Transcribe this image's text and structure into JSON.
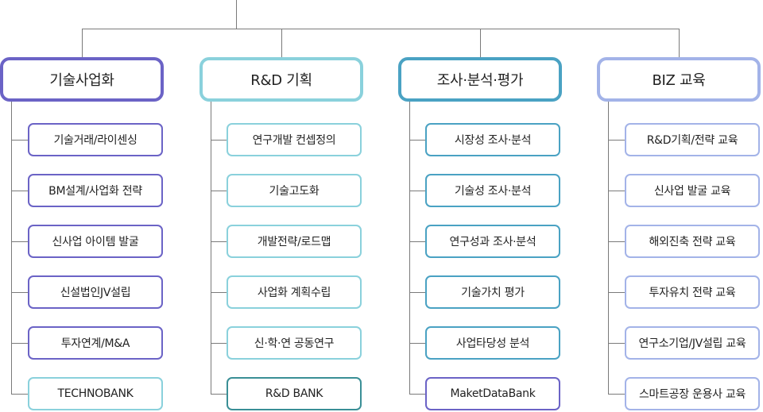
{
  "columns": [
    {
      "title": "기술사업화",
      "color": "#6b63c6",
      "items": [
        {
          "label": "기술거래/라이센싱",
          "color": "#6b63c6"
        },
        {
          "label": "BM설계/사업화 전략",
          "color": "#6b63c6"
        },
        {
          "label": "신사업 아이템 발굴",
          "color": "#6b63c6"
        },
        {
          "label": "신설법인JV설립",
          "color": "#6b63c6"
        },
        {
          "label": "투자연계/M&A",
          "color": "#6b63c6"
        },
        {
          "label": "TECHNOBANK",
          "color": "#8ad1dc"
        }
      ]
    },
    {
      "title": "R&D 기획",
      "color": "#8ad1dc",
      "items": [
        {
          "label": "연구개발 컨셉정의",
          "color": "#8ad1dc"
        },
        {
          "label": "기술고도화",
          "color": "#8ad1dc"
        },
        {
          "label": "개발전략/로드맵",
          "color": "#8ad1dc"
        },
        {
          "label": "사업화 계획수립",
          "color": "#8ad1dc"
        },
        {
          "label": "신·학·연 공동연구",
          "color": "#8ad1dc"
        },
        {
          "label": "R&D BANK",
          "color": "#3a8f96"
        }
      ]
    },
    {
      "title": "조사·분석·평가",
      "color": "#4aa2c3",
      "items": [
        {
          "label": "시장성 조사·분석",
          "color": "#4aa2c3"
        },
        {
          "label": "기술성 조사·분석",
          "color": "#4aa2c3"
        },
        {
          "label": "연구성과 조사·분석",
          "color": "#4aa2c3"
        },
        {
          "label": "기술가치 평가",
          "color": "#4aa2c3"
        },
        {
          "label": "사업타당성 분석",
          "color": "#4aa2c3"
        },
        {
          "label": "MaketDataBank",
          "color": "#6b63c6"
        }
      ]
    },
    {
      "title": "BIZ 교육",
      "color": "#a3b3e8",
      "items": [
        {
          "label": "R&D기획/전략 교육",
          "color": "#a3b3e8"
        },
        {
          "label": "신사업 발굴 교육",
          "color": "#a3b3e8"
        },
        {
          "label": "해외진축 전략 교육",
          "color": "#a3b3e8"
        },
        {
          "label": "투자유치 전략 교육",
          "color": "#a3b3e8"
        },
        {
          "label": "연구소기업/JV설립 교육",
          "color": "#a3b3e8"
        },
        {
          "label": "스마트공장 운용사 교육",
          "color": "#a3b3e8"
        }
      ]
    }
  ]
}
